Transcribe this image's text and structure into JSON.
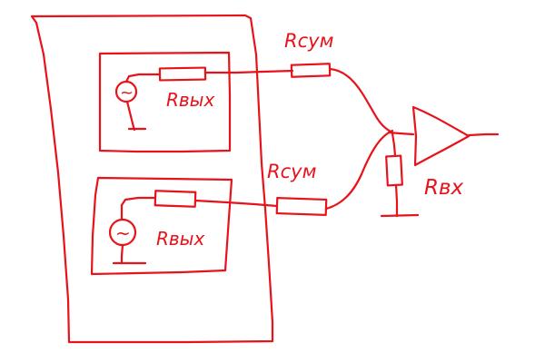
{
  "diagram": {
    "ink_color": "#e8121b",
    "labels": {
      "source_1_resistor": "Rвых",
      "source_2_resistor": "Rвых",
      "summing_resistor_top": "Rсум",
      "summing_resistor_bottom": "Rсум",
      "amplifier_input_resistor": "Rвх"
    },
    "symbols": {
      "ac_source_icon": "~"
    }
  }
}
